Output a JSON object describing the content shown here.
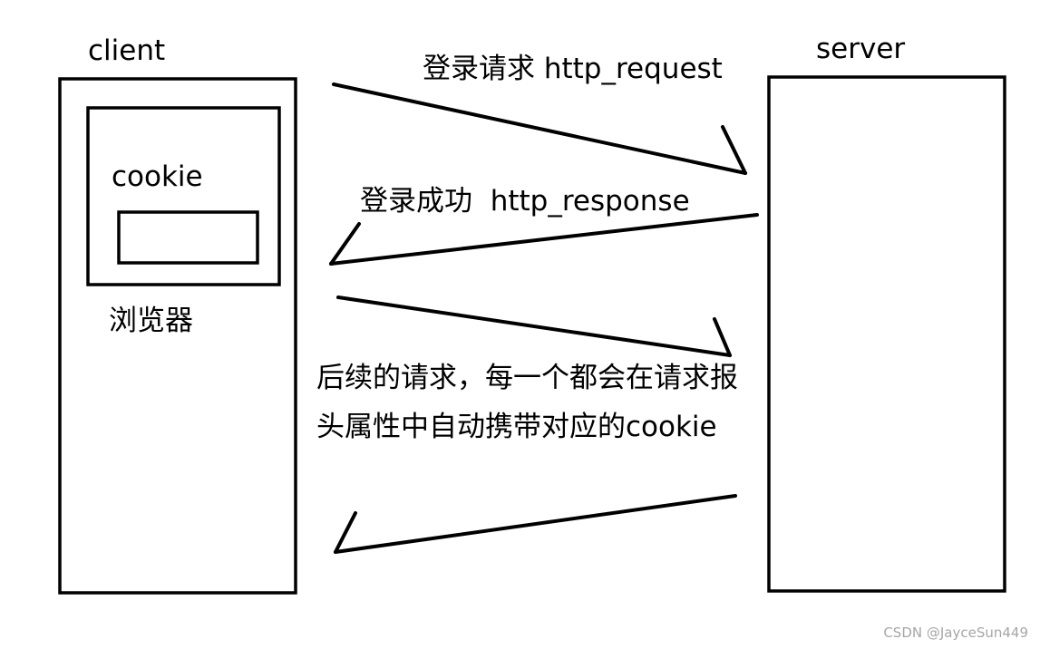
{
  "colors": {
    "ink": "#000000",
    "watermark": "#a6a6a6"
  },
  "client": {
    "title": "client",
    "cookie_label": "cookie",
    "browser_label": "浏览器"
  },
  "server": {
    "title": "server"
  },
  "messages": {
    "login_request": "登录请求 http_request",
    "login_response": "登录成功  http_response",
    "subsequent_note": [
      "后续的请求，每一个都会在请求报",
      "头属性中自动携带对应的cookie"
    ]
  },
  "watermark": "CSDN @JayceSun449"
}
